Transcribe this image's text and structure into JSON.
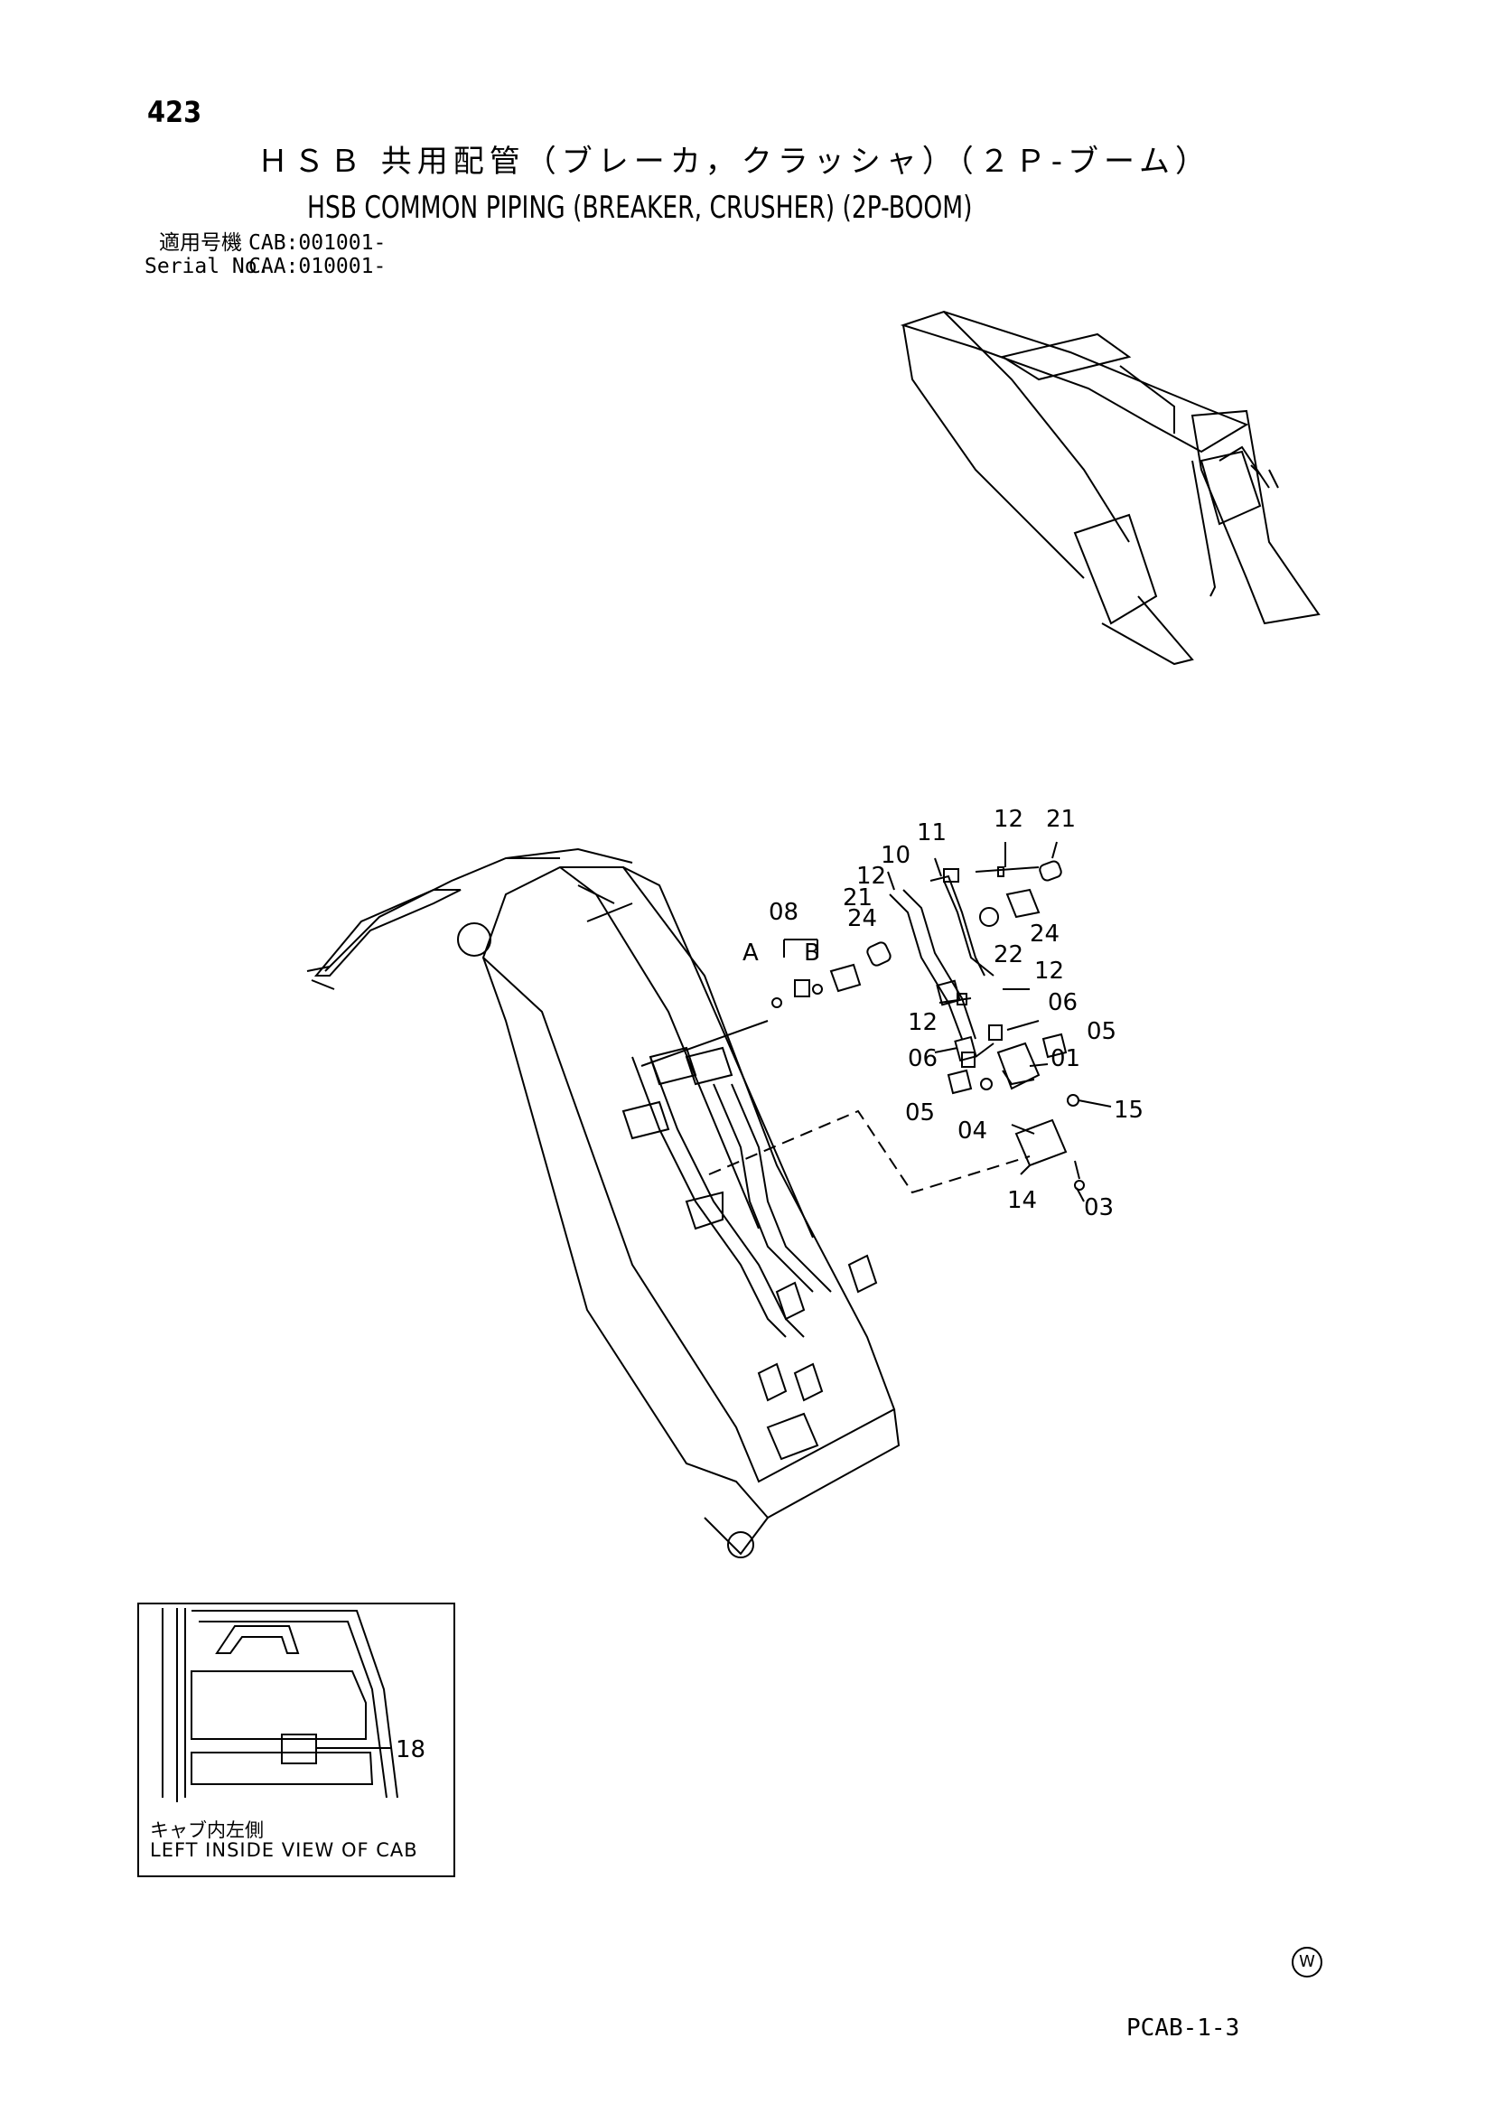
{
  "page": {
    "number": "423",
    "title_jp": "ＨＳＢ 共用配管（ブレーカ，クラッシャ）（２Ｐ-ブーム）",
    "title_en": "HSB COMMON PIPING (BREAKER, CRUSHER) (2P-BOOM)",
    "serial_label_jp": "適用号機",
    "serial_label_en": "Serial No.",
    "serial_value_1": "CAB:001001-",
    "serial_value_2": "CAA:010001-",
    "doc_code": "PCAB-1-3",
    "brand_mark": "W"
  },
  "callouts": {
    "c08": "08",
    "c24a": "24",
    "c21a": "21",
    "c12a": "12",
    "c10": "10",
    "c11": "11",
    "c12b": "12",
    "c21b": "21",
    "c22": "22",
    "c24b": "24",
    "c12c": "12",
    "c06a": "06",
    "c12d": "12",
    "c05a": "05",
    "c06b": "06",
    "c01": "01",
    "c05b": "05",
    "c04": "04",
    "c15": "15",
    "c14": "14",
    "c03": "03",
    "cA": "A",
    "cB": "B",
    "c18": "18"
  },
  "inset": {
    "caption_jp": "キャブ内左側",
    "caption_en": "LEFT INSIDE VIEW OF CAB"
  }
}
